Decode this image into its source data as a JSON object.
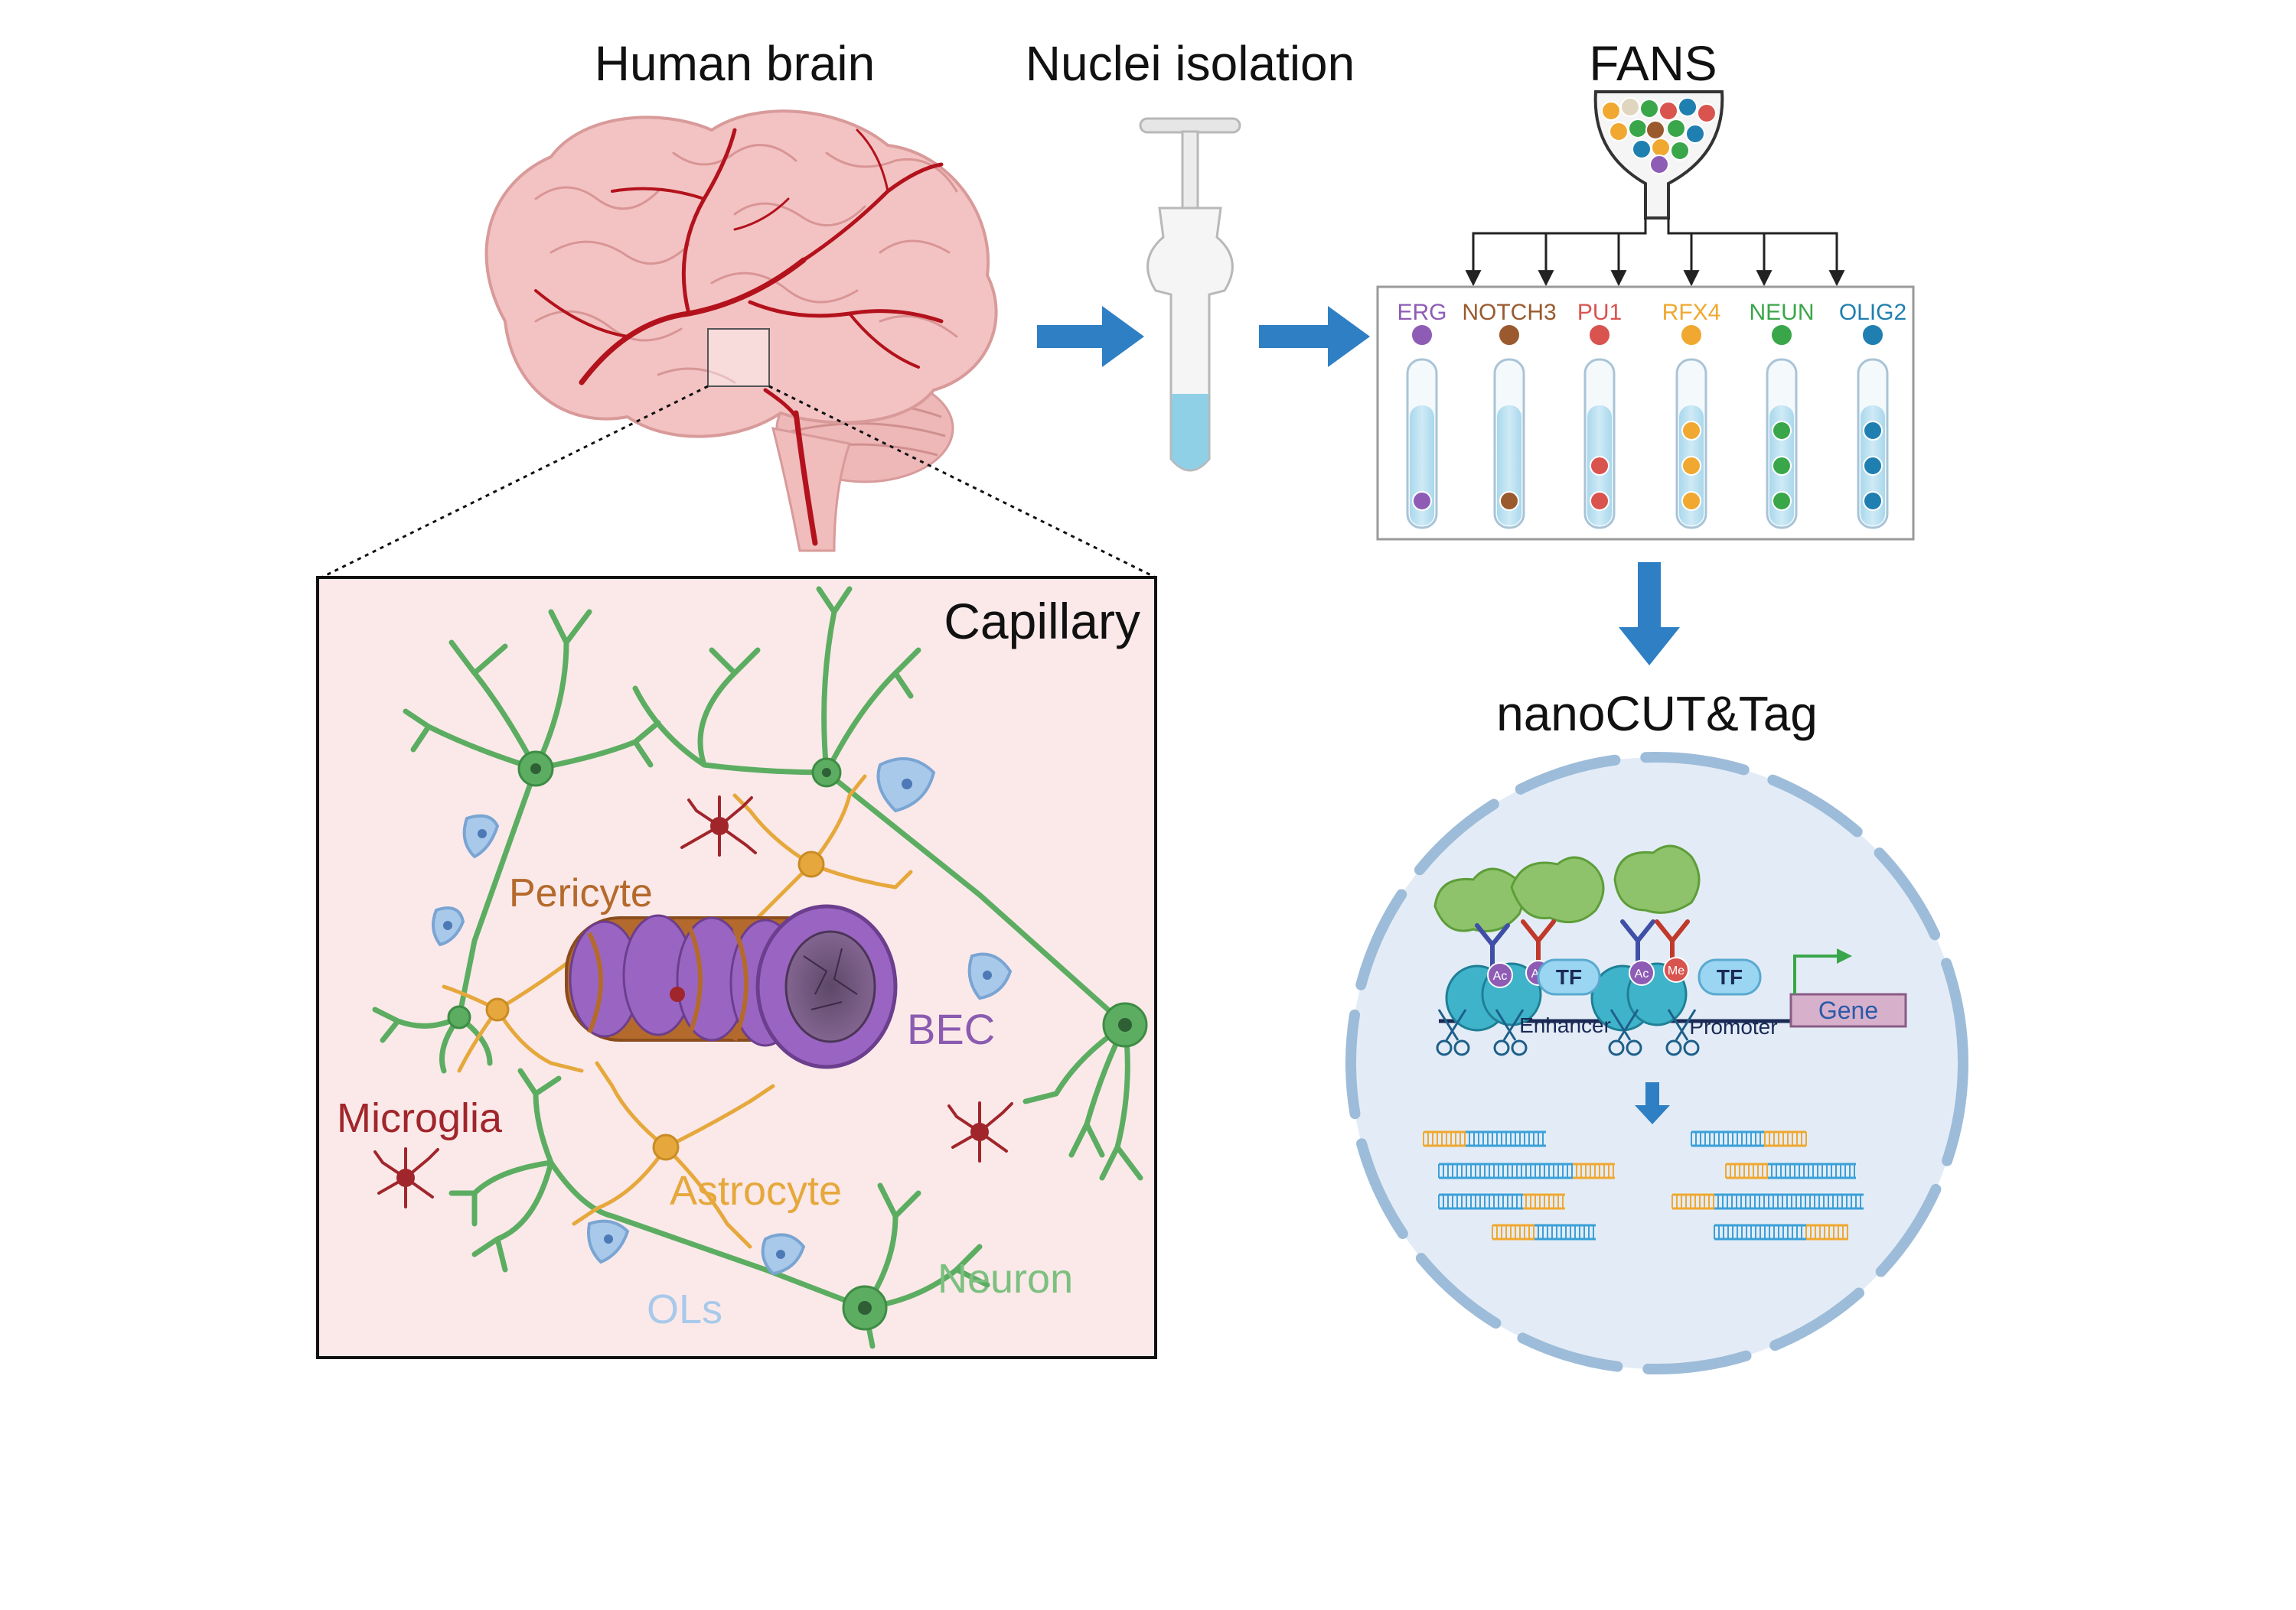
{
  "titles": {
    "brain": "Human brain",
    "nuclei": "Nuclei isolation",
    "fans": "FANS",
    "nanocut": "nanoCUT&Tag",
    "capillary": "Capillary"
  },
  "cell_labels": {
    "pericyte": "Pericyte",
    "bec": "BEC",
    "microglia": "Microglia",
    "astrocyte": "Astrocyte",
    "neuron": "Neuron",
    "ols": "OLs"
  },
  "markers": [
    {
      "label": "ERG",
      "color": "#8e5cb5"
    },
    {
      "label": "NOTCH3",
      "color": "#9a5a2e"
    },
    {
      "label": "PU1",
      "color": "#d9534f"
    },
    {
      "label": "RFX4",
      "color": "#f0a830"
    },
    {
      "label": "NEUN",
      "color": "#3aa64a"
    },
    {
      "label": "OLIG2",
      "color": "#1f7fb0"
    }
  ],
  "chromatin": {
    "tf": "TF",
    "enhancer": "Enhancer",
    "promoter": "Promoter",
    "gene": "Gene",
    "ac": "Ac",
    "me": "Me"
  },
  "colors": {
    "arrow_blue": "#2f7fc4",
    "brain_pink": "#f3c3c3",
    "vessel_red": "#b3121c",
    "capillary_bg": "#fbe9e9",
    "nucleus_bg": "#e3ecf6",
    "nucleus_border": "#9dbcd9",
    "neuron_green": "#5cad62",
    "astro_orange": "#e6a83c",
    "micro_red": "#a0262b",
    "ol_blue": "#8fb8e0",
    "pericyte_brown": "#b46a2c",
    "bec_purple": "#8a5bb0"
  }
}
